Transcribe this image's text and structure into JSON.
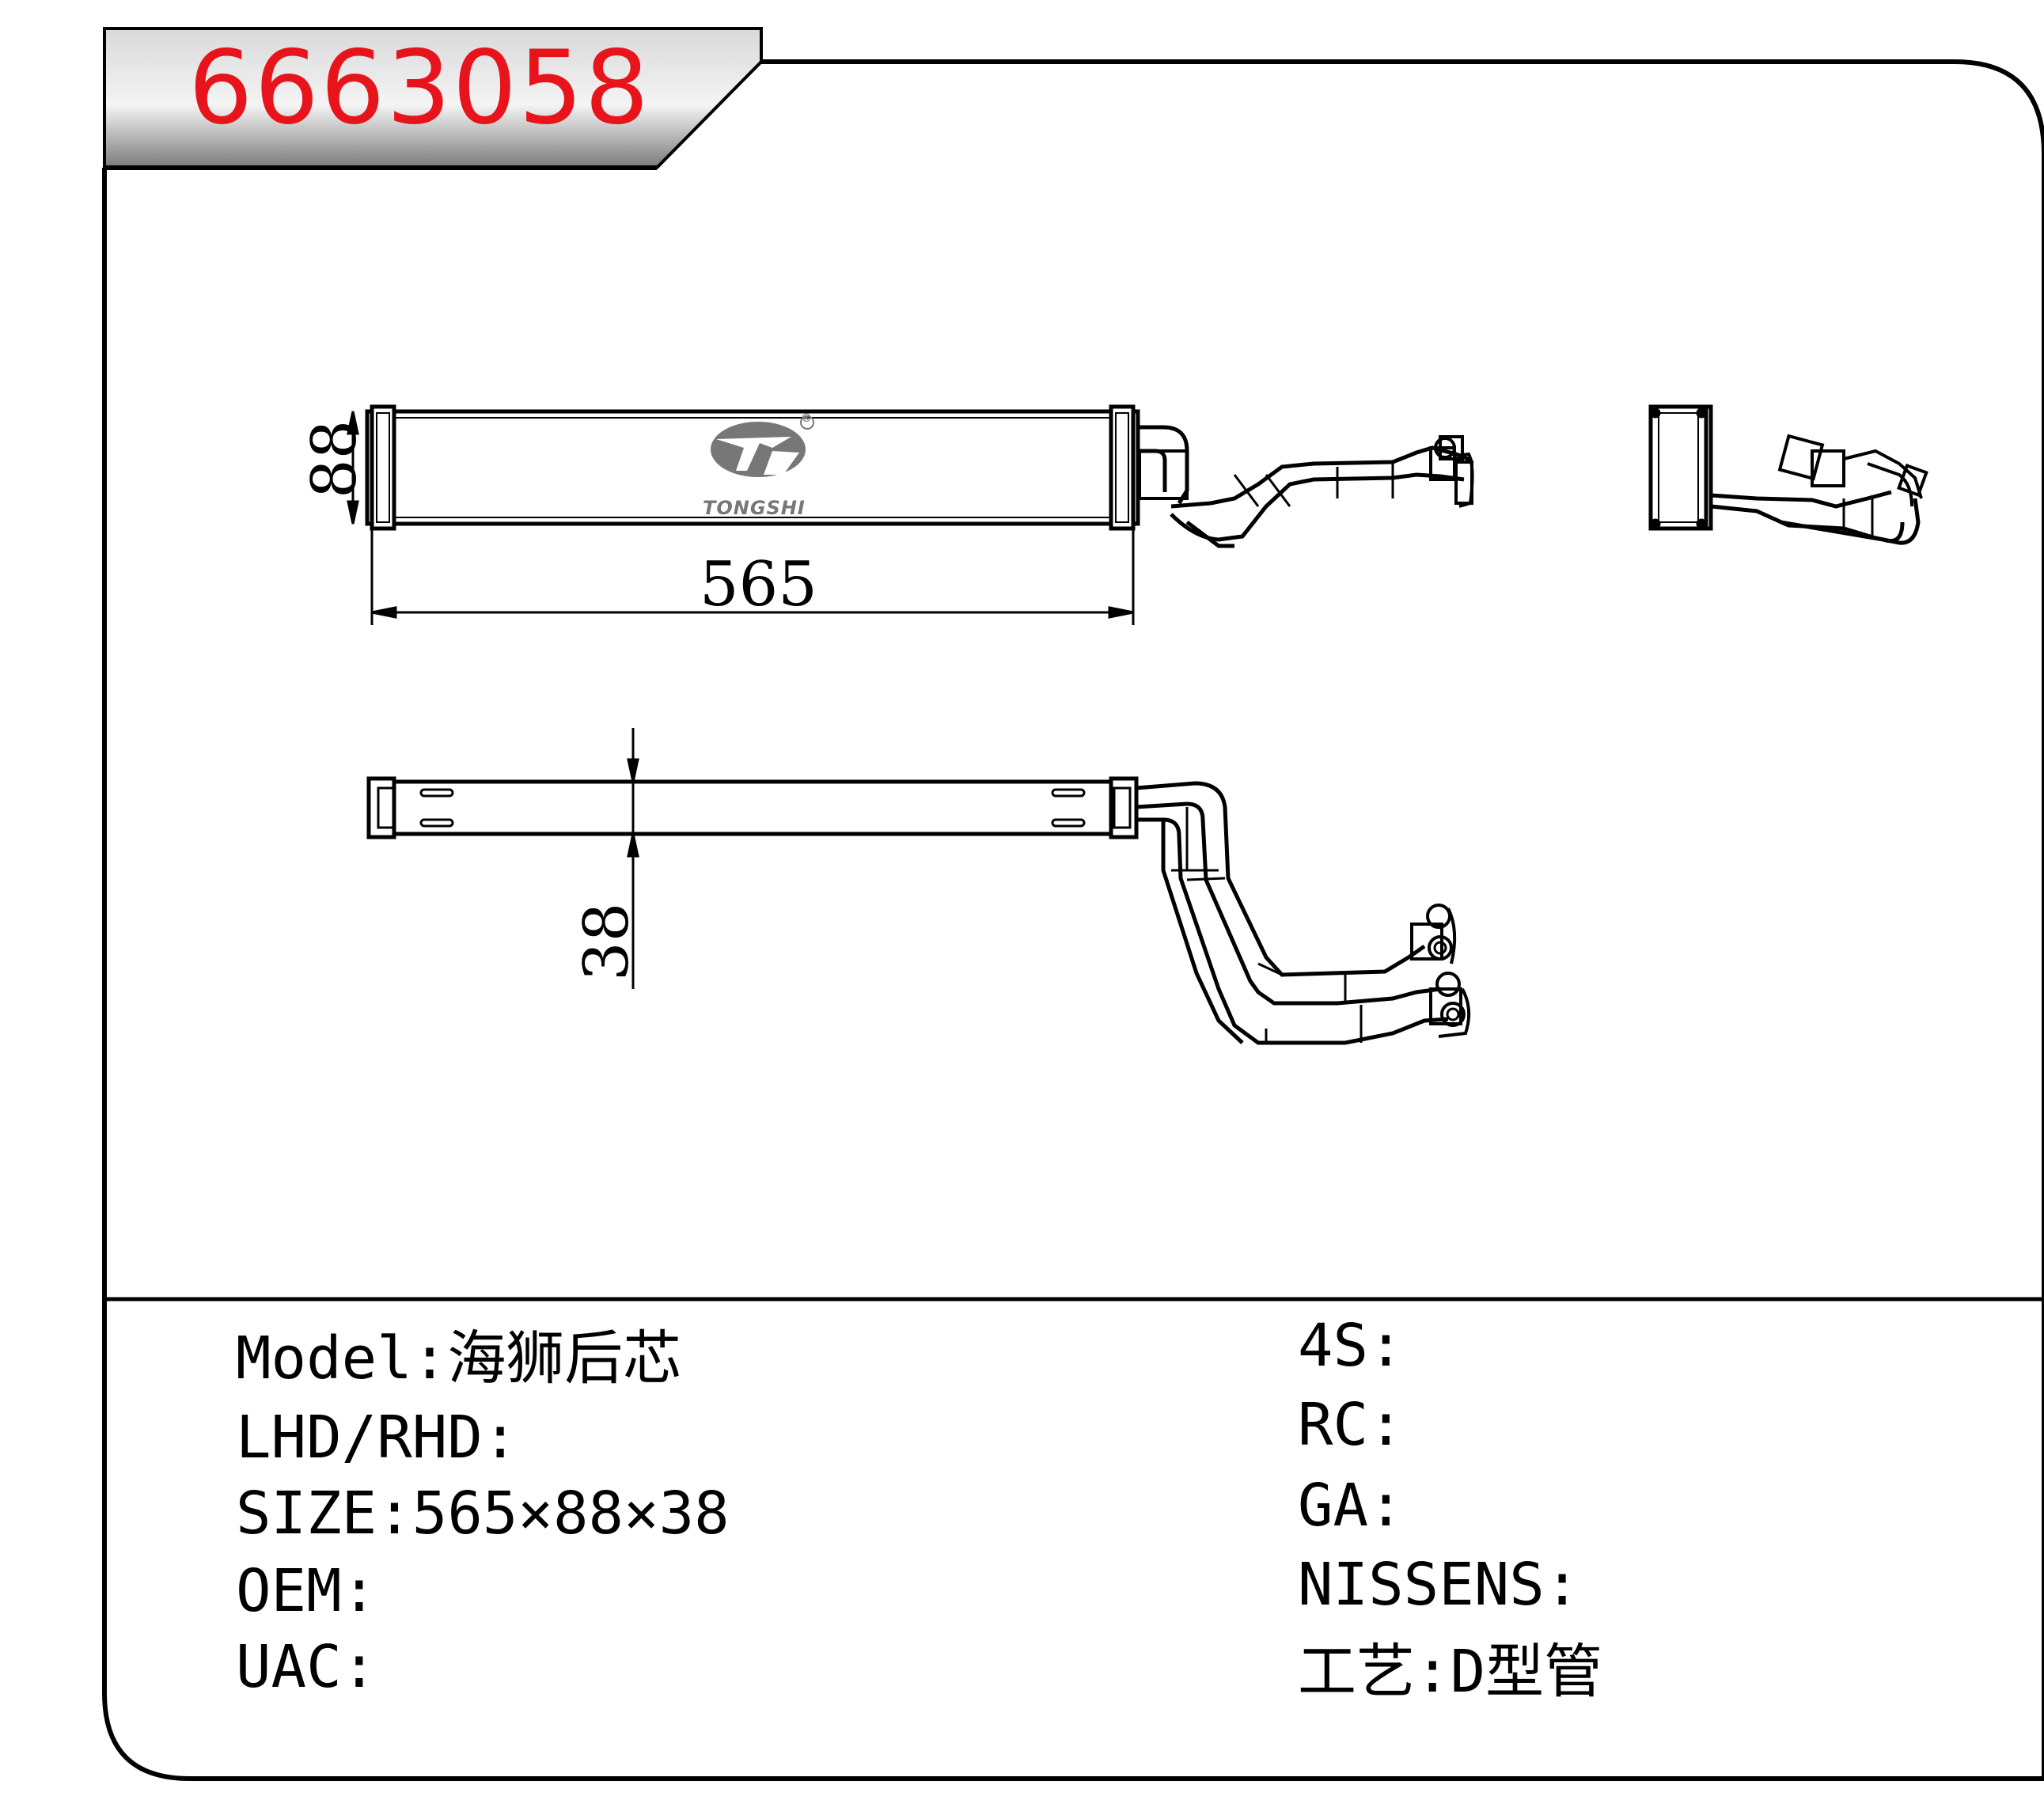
{
  "header": {
    "part_number": "6663058"
  },
  "logo": {
    "brand": "TONGSHI",
    "registered_mark": "®",
    "icon": "tongshi-logo-icon"
  },
  "dimensions": {
    "length": "565",
    "height": "88",
    "depth": "38"
  },
  "specs_left": [
    {
      "label": "Model:",
      "value": "海狮后芯"
    },
    {
      "label": "LHD/RHD:",
      "value": ""
    },
    {
      "label": "SIZE:",
      "value": "565×88×38"
    },
    {
      "label": "OEM:",
      "value": ""
    },
    {
      "label": "UAC:",
      "value": ""
    }
  ],
  "specs_right": [
    {
      "label": "4S:",
      "value": ""
    },
    {
      "label": "RC:",
      "value": ""
    },
    {
      "label": "GA:",
      "value": ""
    },
    {
      "label": "NISSENS:",
      "value": ""
    },
    {
      "label": "工艺:",
      "value": "D型管"
    }
  ],
  "colors": {
    "title_red": "#e8141c",
    "line": "#000000",
    "header_gray": "#8a8a8a"
  }
}
